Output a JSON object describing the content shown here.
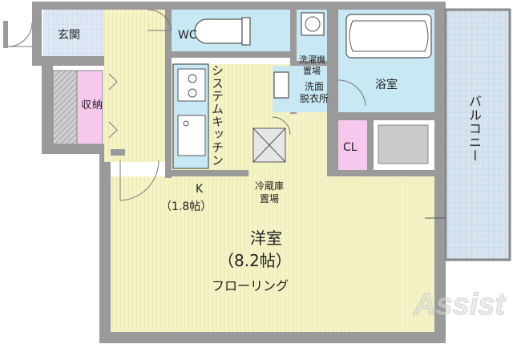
{
  "rooms": {
    "entrance": "玄関",
    "wc": "WC",
    "storage": "収納",
    "system_kitchen": "システムキッチン",
    "washer_place_1": "洗濯機",
    "washer_place_2": "置場",
    "washroom_1": "洗面",
    "washroom_2": "脱衣所",
    "bath": "浴室",
    "closet": "CL",
    "balcony": "バルコニー",
    "fridge_1": "冷蔵庫",
    "fridge_2": "置場",
    "kitchen": "K",
    "kitchen_size": "（1.8帖）",
    "western_room": "洋室",
    "western_room_size": "（8.2帖）",
    "flooring": "フローリング"
  },
  "watermark": "Assist",
  "colors": {
    "wall": "#9a9a9a",
    "wall_dark": "#6f6f6f",
    "floor_wood": "#f4f3c6",
    "wet_area": "#c8e8f4",
    "storage_pink": "#f5c8ec",
    "balcony": "#d6e4ef",
    "entrance_tile": "#dde8f4"
  }
}
